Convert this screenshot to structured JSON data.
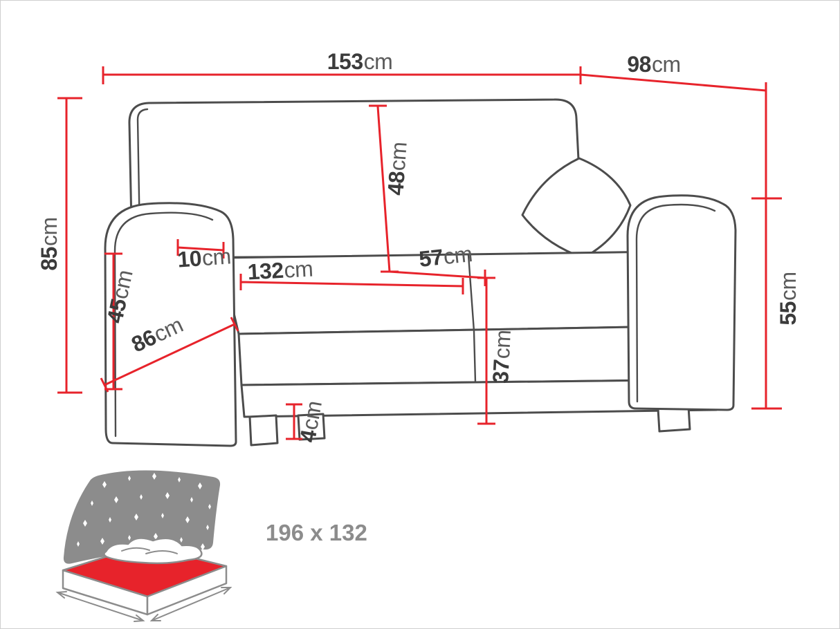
{
  "title": "Sofa bed dimension diagram",
  "colors": {
    "red": "#e7232b",
    "outline": "#4c4c4c",
    "ink": "#3b3b3b",
    "unit": "#5a5a5a",
    "icon": "#8c8c8c",
    "border": "#cfcfcf",
    "background": "#ffffff"
  },
  "dims": {
    "total_width": {
      "value": "153",
      "unit": "cm"
    },
    "total_depth": {
      "value": "98",
      "unit": "cm"
    },
    "total_height": {
      "value": "85",
      "unit": "cm"
    },
    "backrest_height": {
      "value": "48",
      "unit": "cm"
    },
    "armrest_width": {
      "value": "10",
      "unit": "cm"
    },
    "seat_width": {
      "value": "132",
      "unit": "cm"
    },
    "seat_depth": {
      "value": "57",
      "unit": "cm"
    },
    "base_depth": {
      "value": "86",
      "unit": "cm"
    },
    "armrest_height": {
      "value": "45",
      "unit": "cm"
    },
    "side_height": {
      "value": "55",
      "unit": "cm"
    },
    "seat_height": {
      "value": "37",
      "unit": "cm"
    },
    "leg_height": {
      "value": "4",
      "unit": "cm"
    }
  },
  "sleeping_area": {
    "text": "196 x 132"
  }
}
